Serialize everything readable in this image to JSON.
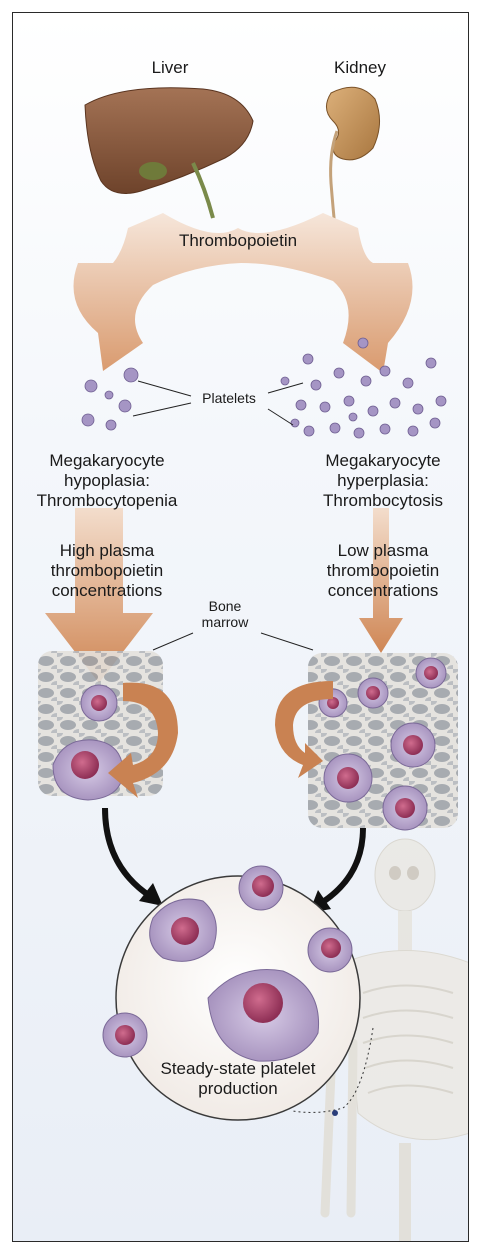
{
  "labels": {
    "liver": "Liver",
    "kidney": "Kidney",
    "thrombopoietin": "Thrombopoietin",
    "platelets": "Platelets",
    "left_state": "Megakaryocyte\nhypoplasia:\nThrombocytopenia",
    "right_state": "Megakaryocyte\nhyperplasia:\nThrombocytosis",
    "left_conc": "High plasma\nthrombopoietin\nconcentrations",
    "right_conc": "Low plasma\nthrombopoietin\nconcentrations",
    "bone_marrow": "Bone\nmarrow",
    "steady_state": "Steady-state platelet\nproduction"
  },
  "colors": {
    "arrow": "#d08a5c",
    "arrow_light": "#f0d4bf",
    "liver": "#8a5a3c",
    "kidney": "#c49361",
    "marrow": "#c9cdd2",
    "cell": "#b4a2c8",
    "nucleus": "#a8456a",
    "black_arrow": "#111111",
    "platelet": "#9c8cbc"
  },
  "icons": {
    "organ_left": "liver-icon",
    "organ_right": "kidney-icon",
    "skeleton": "skeleton-icon"
  }
}
